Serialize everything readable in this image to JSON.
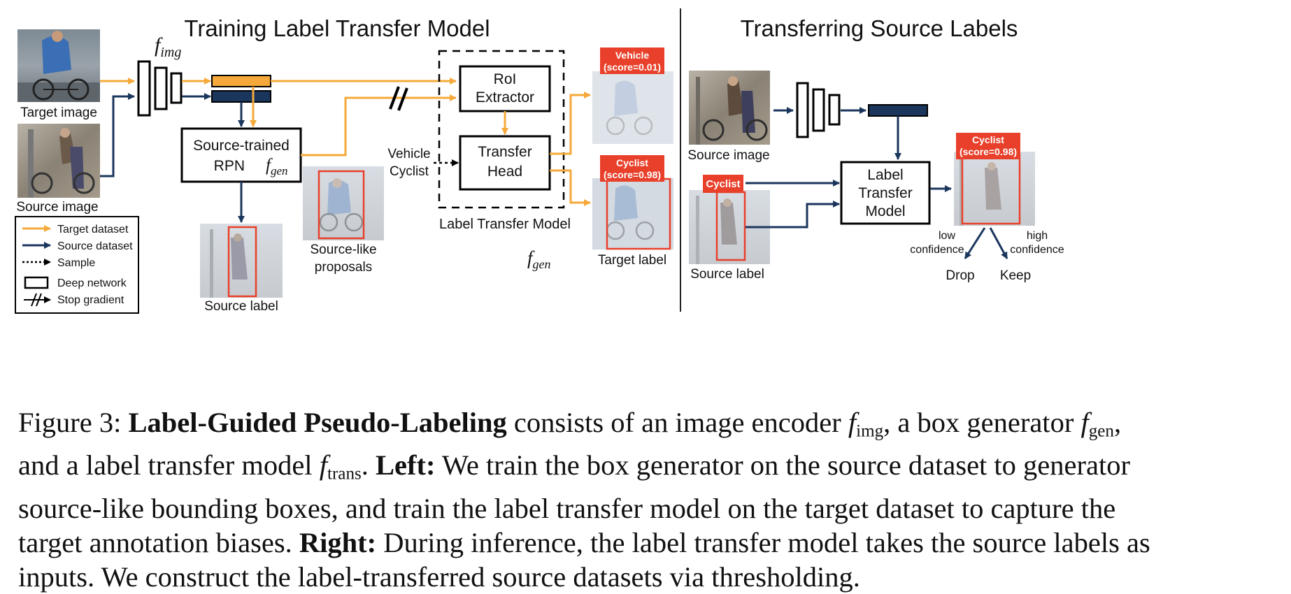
{
  "left_panel": {
    "title": "Training Label Transfer Model",
    "f_img_label": "f",
    "f_img_sub": "img",
    "target_image_label": "Target image",
    "source_image_label": "Source image",
    "rpn_line1": "Source-trained",
    "rpn_line2": "RPN",
    "f_gen_label": "f",
    "f_gen_sub": "gen",
    "f_gen_bottom_sub": "gen",
    "proposals_line1": "Source-like",
    "proposals_line2": "proposals",
    "source_label_caption": "Source label",
    "sample_line1": "Vehicle",
    "sample_line2": "Cyclist",
    "roi_line1": "RoI",
    "roi_line2": "Extractor",
    "head_line1": "Transfer",
    "head_line2": "Head",
    "ltm_caption": "Label Transfer Model",
    "vehicle_badge_line1": "Vehicle",
    "vehicle_badge_line2": "(score=0.01)",
    "cyclist_badge_line1": "Cyclist",
    "cyclist_badge_line2": "(score=0.98)",
    "target_label_caption": "Target label"
  },
  "legend": [
    {
      "label": "Target dataset"
    },
    {
      "label": "Source dataset"
    },
    {
      "label": "Sample"
    },
    {
      "label": "Deep network"
    },
    {
      "label": "Stop gradient"
    }
  ],
  "right_panel": {
    "title": "Transferring Source Labels",
    "source_image_label": "Source image",
    "source_label_caption": "Source label",
    "cyclist_tag": "Cyclist",
    "ltm_line1": "Label",
    "ltm_line2": "Transfer",
    "ltm_line3": "Model",
    "out_badge_line1": "Cyclist",
    "out_badge_line2": "(score=0.98)",
    "low_line1": "low",
    "low_line2": "confidence",
    "high_line1": "high",
    "high_line2": "confidence",
    "drop_label": "Drop",
    "keep_label": "Keep"
  },
  "caption": {
    "fig_prefix": "Figure 3: ",
    "bold_title": "Label-Guided Pseudo-Labeling",
    "t1": " consists of an image encoder ",
    "t2": ", a box generator ",
    "t3": ",",
    "t4": "and a label transfer model ",
    "t5": ". ",
    "left_bold": "Left:",
    "t6": " We train the box generator on the source dataset to generator",
    "t7": "source-like bounding boxes, and train the label transfer model on the target dataset to capture the",
    "t8": "target annotation biases. ",
    "right_bold": "Right:",
    "t9": " During inference, the label transfer model takes the source labels as",
    "t10": "inputs. We construct the label-transferred source datasets via thresholding.",
    "f_sym": "f",
    "img_sub": "img",
    "gen_sub": "gen",
    "trans_sub": "trans"
  },
  "colors": {
    "target": "#F5A93A",
    "source": "#1B365D",
    "badge": "#E8402A",
    "box_outline": "#E8402A"
  }
}
